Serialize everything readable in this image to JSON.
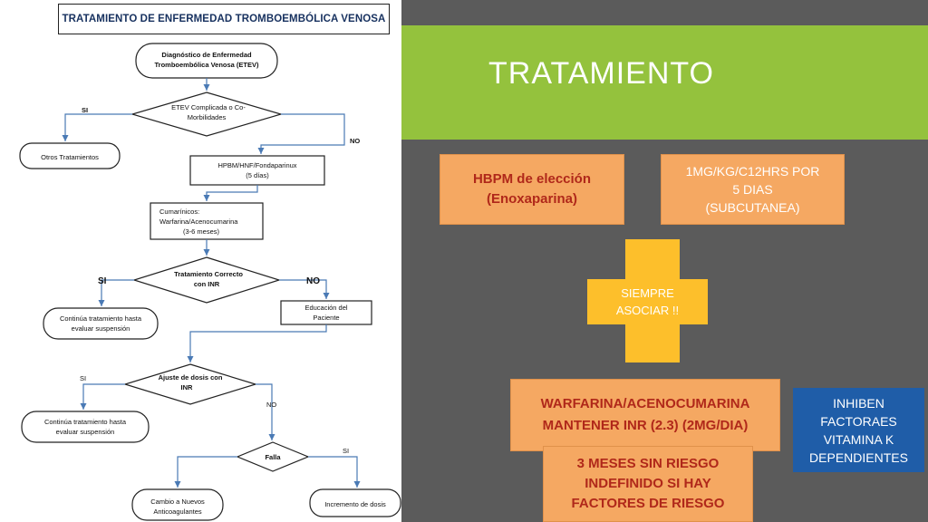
{
  "flowchart": {
    "title": "TRATAMIENTO DE ENFERMEDAD TROMBOEMBÓLICA VENOSA",
    "diagnosis": [
      "Diagnóstico de Enfermedad",
      "Tromboembólica Venosa (ETEV)"
    ],
    "decision_complicated": [
      "ETEV Complicada o Co-",
      "Morbilidades"
    ],
    "label_si_1": "SI",
    "label_no_1": "NO",
    "other_treatments": "Otros Tratamientos",
    "hbpm_box": [
      "HPBM/HNF/Fondaparinux",
      "(5 días)"
    ],
    "cumarinicos_box": [
      "Cumarínicos:",
      "Warfarina/Acenocumarina",
      "(3-6 meses)"
    ],
    "decision_correct": [
      "Tratamiento Correcto",
      "con INR"
    ],
    "label_si_2": "SI",
    "label_no_2": "NO",
    "continue_1": [
      "Continúa tratamiento hasta",
      "evaluar suspensión"
    ],
    "education_box": [
      "Educación del",
      "Paciente"
    ],
    "decision_adjust": [
      "Ajuste de dosis con",
      "INR"
    ],
    "label_si_3": "SI",
    "label_no_3": "NO",
    "continue_2": [
      "Continúa tratamiento hasta",
      "evaluar suspensión"
    ],
    "decision_fail": "Falla",
    "label_si_4": "SI",
    "change_box": [
      "Cambio a Nuevos",
      "Anticoagulantes"
    ],
    "increase_box": "Incremento de dosis"
  },
  "slide": {
    "title": "TRATAMIENTO",
    "hbpm": [
      "HBPM de elección",
      "(Enoxaparina)"
    ],
    "dose": [
      "1MG/KG/C12HRS POR",
      "5 DIAS",
      "(SUBCUTANEA)"
    ],
    "cross": [
      "SIEMPRE",
      "ASOCIAR !!"
    ],
    "warfarina": [
      "WARFARINA/ACENOCUMARINA",
      "MANTENER INR (2.3) (2MG/DIA)"
    ],
    "months": [
      "3 MESES SIN RIESGO",
      "INDEFINIDO SI HAY",
      "FACTORES DE RIESGO"
    ],
    "inhiben": [
      "INHIBEN",
      "FACTORAES",
      "VITAMINA K",
      "DEPENDIENTES"
    ]
  },
  "colors": {
    "green_band": "#94c23d",
    "background": "#5b5b5b",
    "orange_box": "#f5a862",
    "orange_text": "#b0281a",
    "cross": "#fdbf2b",
    "blue_box": "#1f5da8"
  }
}
